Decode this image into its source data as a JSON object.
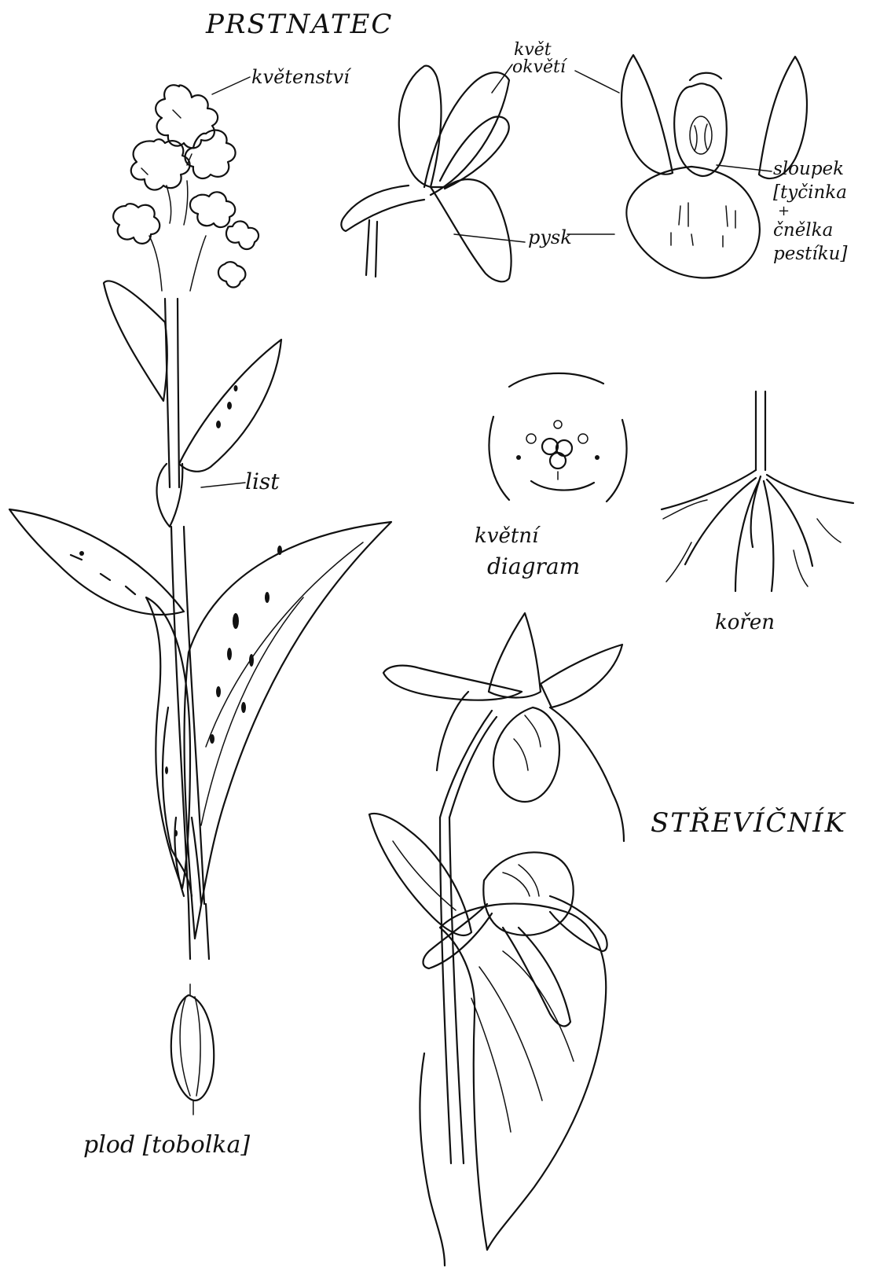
{
  "titles": {
    "orchis": "PRSTNATEC",
    "cypripedium": "STŘEVÍČNÍK"
  },
  "labels": {
    "inflorescence": "květenství",
    "flower_line1": "květ",
    "flower_line2": "okvětí",
    "column_line1": "sloupek",
    "column_line2": "[tyčinka",
    "column_line3": "+",
    "column_line4": "čnělka",
    "column_line5": "pestíku]",
    "lip": "pysk",
    "leaf": "list",
    "diagram_line1": "květní",
    "diagram_line2": "diagram",
    "root": "kořen",
    "fruit": "plod [tobolka]"
  },
  "colors": {
    "ink": "#111111",
    "paper": "#ffffff"
  }
}
